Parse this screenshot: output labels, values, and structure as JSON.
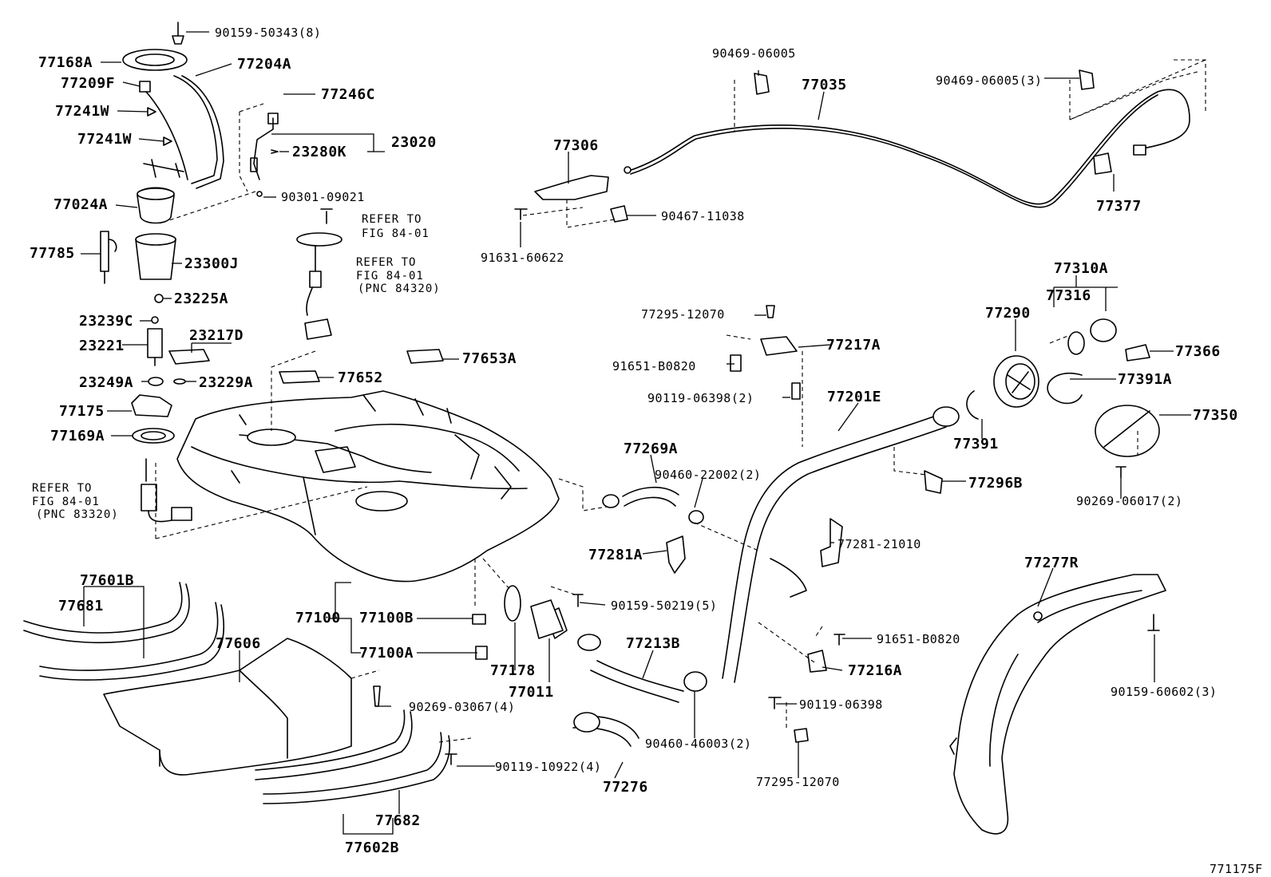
{
  "diagram_id": "771175F",
  "labels": {
    "l_90159_50343": "90159-50343(8)",
    "l_77168A": "77168A",
    "l_77204A": "77204A",
    "l_77209F": "77209F",
    "l_77246C": "77246C",
    "l_77241W_a": "77241W",
    "l_23020": "23020",
    "l_77241W_b": "77241W",
    "l_23280K": "23280K",
    "l_77024A": "77024A",
    "l_90301_09021": "90301-09021",
    "l_77785": "77785",
    "l_23300J": "23300J",
    "l_23225A": "23225A",
    "l_23239C": "23239C",
    "l_23221": "23221",
    "l_23217D": "23217D",
    "l_23249A": "23249A",
    "l_23229A": "23229A",
    "l_77175": "77175",
    "l_77169A": "77169A",
    "l_77652": "77652",
    "l_77653A": "77653A",
    "l_90469_06005_a": "90469-06005",
    "l_77035": "77035",
    "l_90469_06005_b": "90469-06005(3)",
    "l_77306": "77306",
    "l_90467_11038": "90467-11038",
    "l_91631_60622": "91631-60622",
    "l_77377": "77377",
    "l_77310A": "77310A",
    "l_77316": "77316",
    "l_77290": "77290",
    "l_77295_12070_a": "77295-12070",
    "l_77217A": "77217A",
    "l_91651_B0820_a": "91651-B0820",
    "l_77366": "77366",
    "l_90119_06398_2": "90119-06398(2)",
    "l_77391A": "77391A",
    "l_77201E": "77201E",
    "l_77350": "77350",
    "l_77391": "77391",
    "l_77269A": "77269A",
    "l_90460_22002": "90460-22002(2)",
    "l_77296B": "77296B",
    "l_90269_06017": "90269-06017(2)",
    "l_77281A": "77281A",
    "l_77281_21010": "77281-21010",
    "l_77277R": "77277R",
    "l_77601B": "77601B",
    "l_77681": "77681",
    "l_77100": "77100",
    "l_77100B": "77100B",
    "l_90159_50219": "90159-50219(5)",
    "l_91651_B0820_b": "91651-B0820",
    "l_77606": "77606",
    "l_77100A": "77100A",
    "l_77213B": "77213B",
    "l_77216A": "77216A",
    "l_90159_60602": "90159-60602(3)",
    "l_77178": "77178",
    "l_77011": "77011",
    "l_90269_03067": "90269-03067(4)",
    "l_90119_06398": "90119-06398",
    "l_90460_46003": "90460-46003(2)",
    "l_90119_10922": "90119-10922(4)",
    "l_77276": "77276",
    "l_77295_12070_b": "77295-12070",
    "l_77682": "77682",
    "l_77602B": "77602B"
  },
  "notes": {
    "ref1_l1": "REFER TO",
    "ref1_l2": "FIG 84-01",
    "ref2_l1": "REFER TO",
    "ref2_l2": "FIG 84-01",
    "ref2_l3": "(PNC 84320)",
    "ref3_l1": "REFER TO",
    "ref3_l2": "FIG 84-01",
    "ref3_l3": "(PNC 83320)"
  }
}
